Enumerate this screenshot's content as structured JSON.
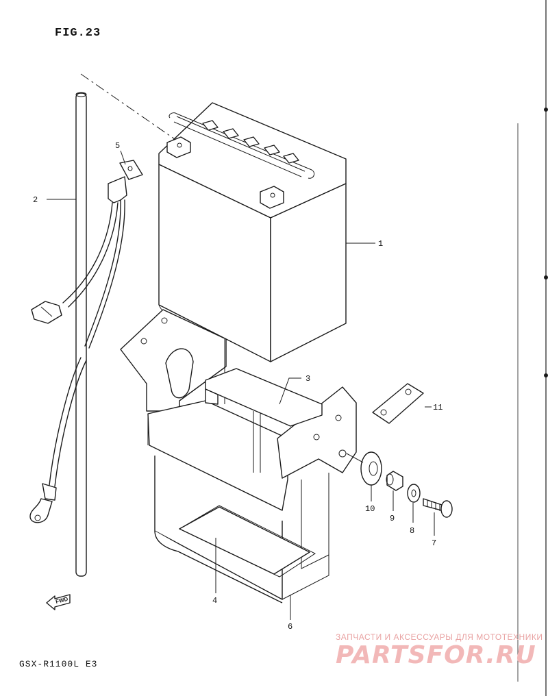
{
  "figure": {
    "title": "FIG.23",
    "model": "GSX-R1100L E3",
    "fwd_label": "FWD"
  },
  "callouts": [
    {
      "id": "1",
      "label": "1",
      "part": "battery"
    },
    {
      "id": "2",
      "label": "2",
      "part": "breather-hose"
    },
    {
      "id": "3",
      "label": "3",
      "part": "battery-band"
    },
    {
      "id": "4",
      "label": "4",
      "part": "battery-pad"
    },
    {
      "id": "5",
      "label": "5",
      "part": "lead-wire"
    },
    {
      "id": "6",
      "label": "6",
      "part": "battery-holder"
    },
    {
      "id": "7",
      "label": "7",
      "part": "bolt"
    },
    {
      "id": "8",
      "label": "8",
      "part": "washer"
    },
    {
      "id": "9",
      "label": "9",
      "part": "spacer"
    },
    {
      "id": "10",
      "label": "10",
      "part": "cushion"
    },
    {
      "id": "11",
      "label": "11",
      "part": "nut-plate"
    }
  ],
  "watermark": {
    "line1": "ЗАПЧАСТИ И АКСЕССУАРЫ ДЛЯ МОТОТЕХНИКИ",
    "line2": "PARTSFOR.RU",
    "color": "#e05555"
  }
}
